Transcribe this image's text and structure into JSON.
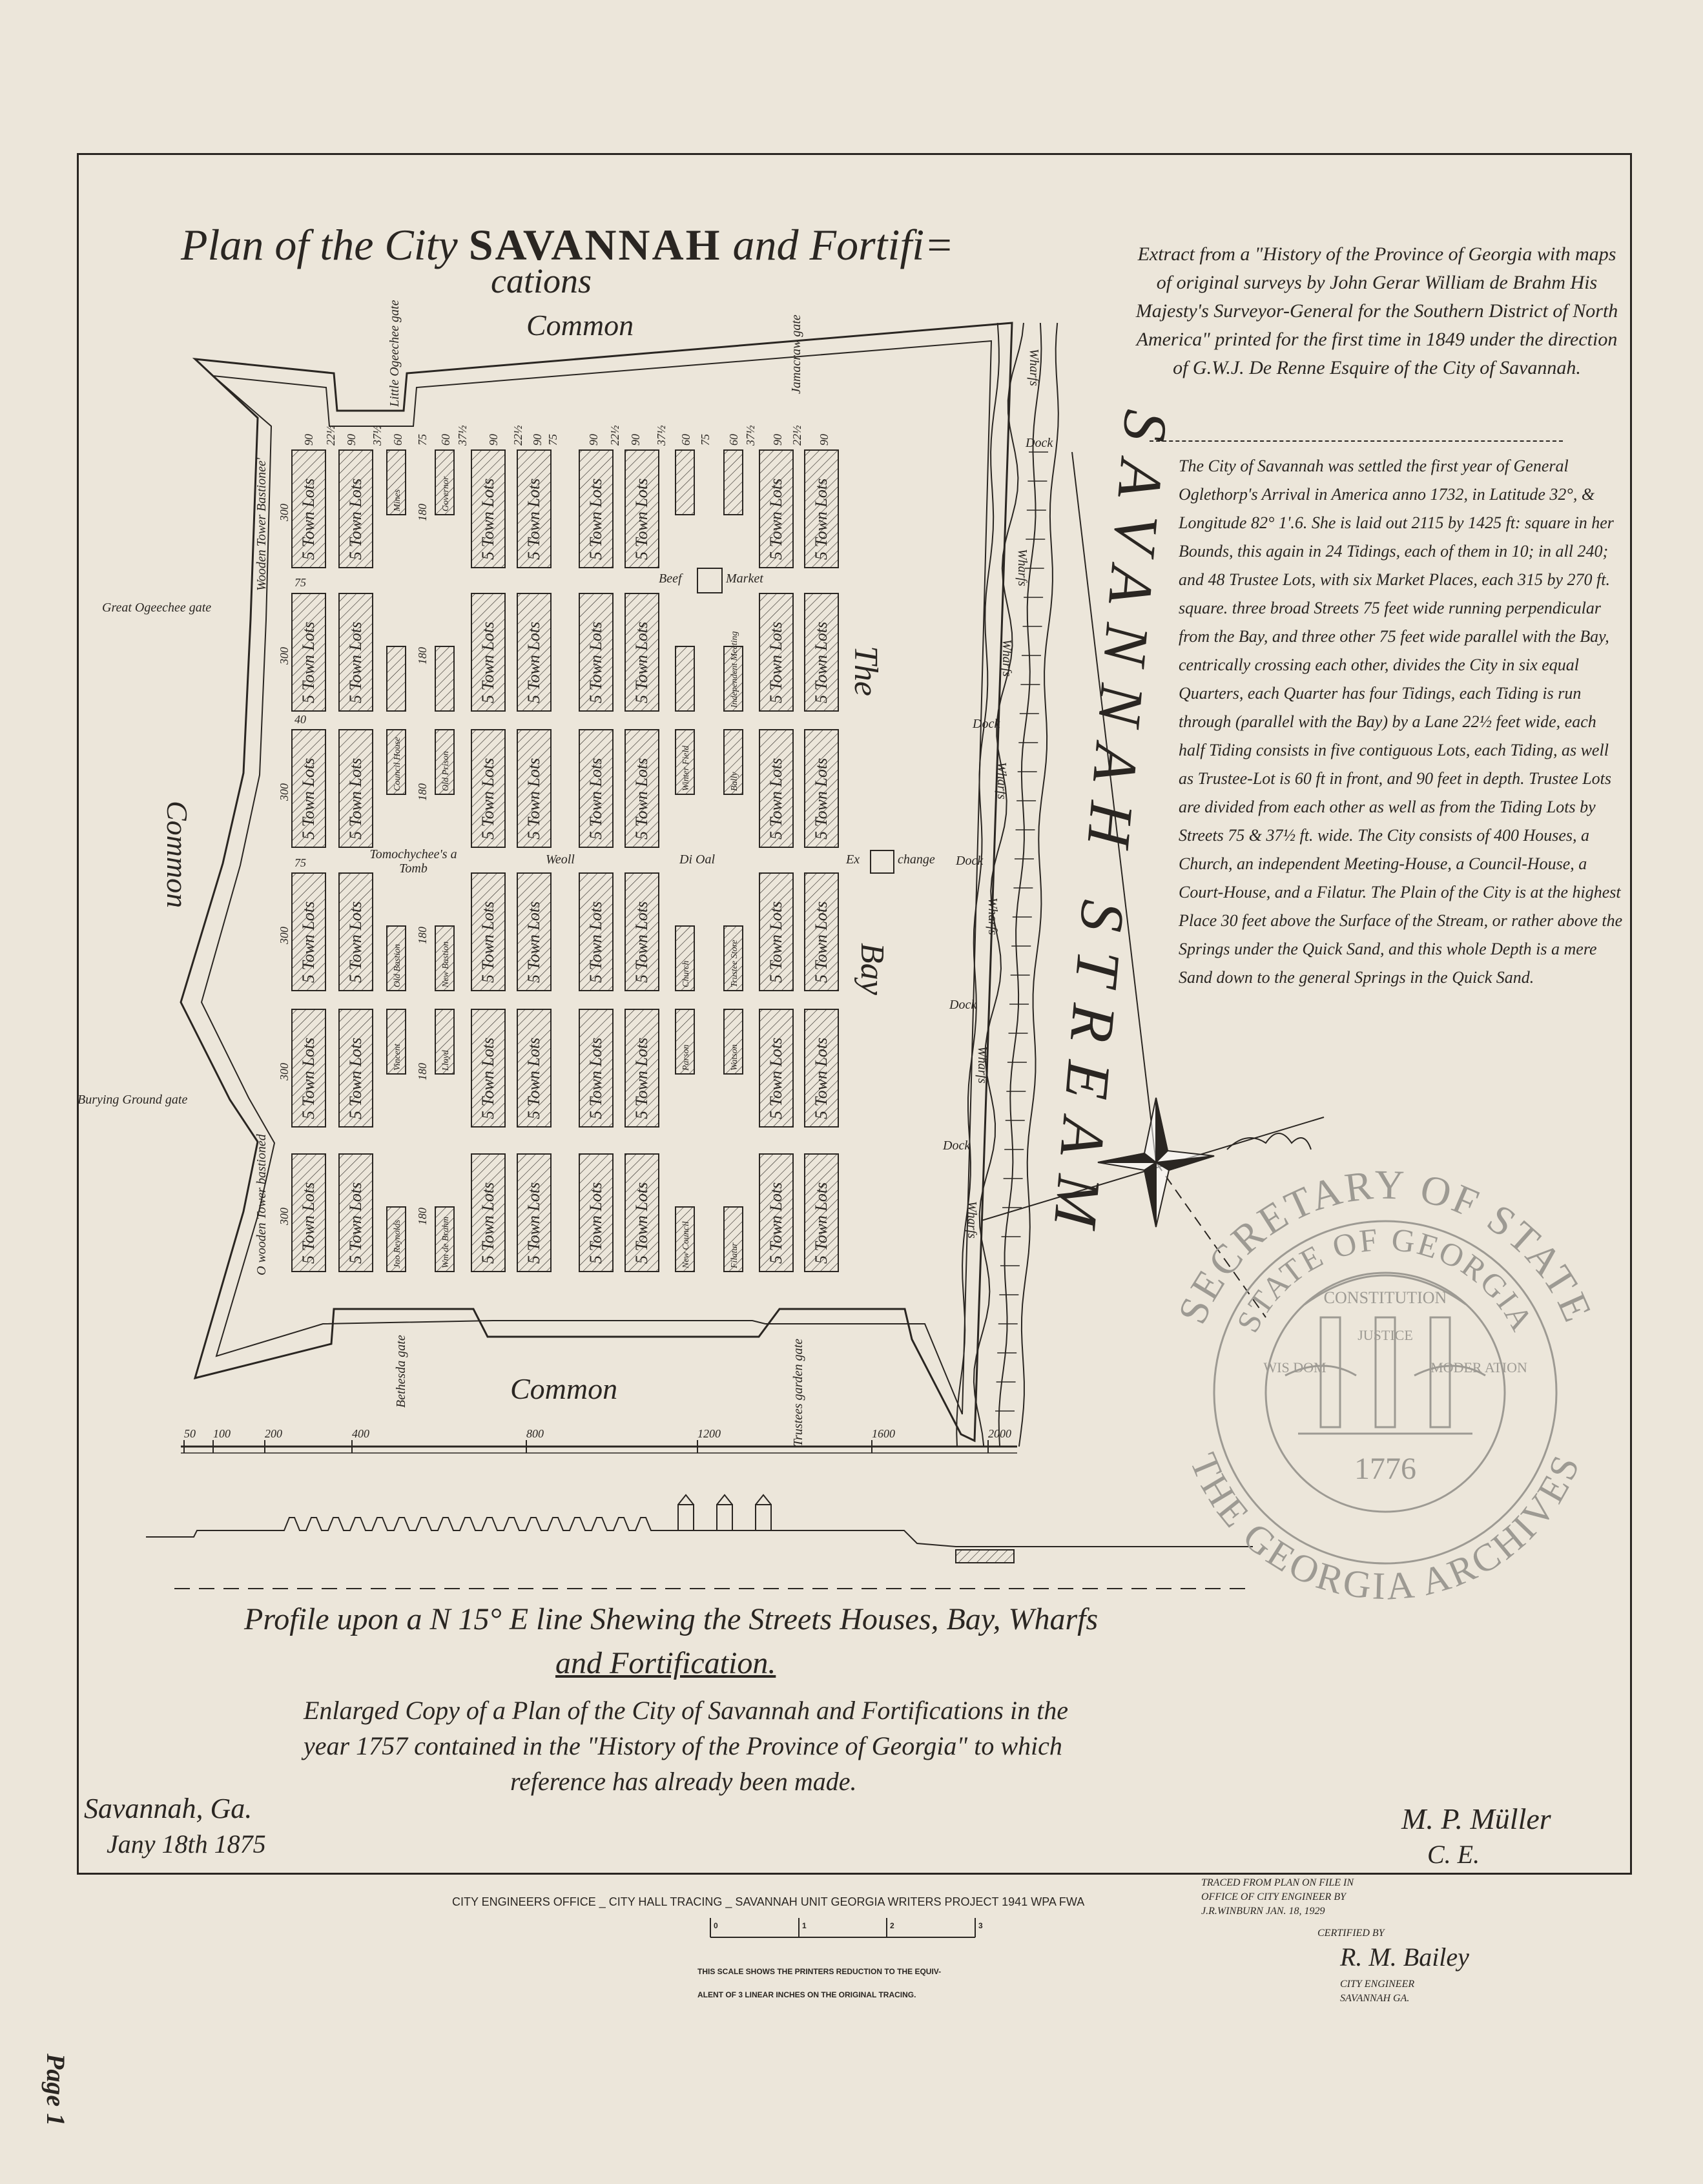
{
  "title": {
    "script_part": "Plan of the City",
    "caps_part": "SAVANNAH",
    "script_end": "and Fortifi=",
    "line2": "cations"
  },
  "labels": {
    "common_top": "Common",
    "common_bottom": "Common",
    "common_left": "Common",
    "the_bay": "The",
    "bay": "Bay",
    "stream": "SAVANNAH STREAM",
    "little_ogeechee_gate": "Little Ogeechee gate",
    "jamacraw_gate": "Jamacraw gate",
    "great_ogeechee_gate": "Great Ogeechee gate",
    "burying_ground_gate": "Burying Ground gate",
    "bethesda_gate": "Bethesda gate",
    "trustees_garden_gate": "Trustees garden gate",
    "wooden_tower_top": "Wooden Tower Bastionee'",
    "wooden_tower_bottom": "O wooden Tower bastioned",
    "tomb": "Tomochychee's a Tomb",
    "well": "Weoll",
    "di_oal": "Di Oal",
    "ex": "Ex",
    "change": "change",
    "beef": "Beef",
    "market": "Market",
    "wharfs": "Wharfs",
    "dock": "Dock"
  },
  "dimensions": {
    "top": [
      "90",
      "22½",
      "90",
      "37½",
      "60",
      "75",
      "60",
      "37½",
      "90",
      "22½",
      "90",
      "75",
      "90",
      "22½",
      "90",
      "37½",
      "60",
      "75",
      "60",
      "37½",
      "90",
      "22½",
      "90"
    ],
    "lot_depth": "300",
    "trustee_depth": "180",
    "street_75": "75",
    "street_40": "40"
  },
  "lots": {
    "town_lot_label": "5 Town Lots",
    "trustee_rows": [
      [
        "Mines",
        "Governor",
        "",
        ""
      ],
      [
        "",
        "",
        "",
        "Independent Meeting"
      ],
      [
        "Council House",
        "Old Prison",
        "Winter Field",
        "Bally"
      ],
      [
        "Old Bastion",
        "New Bastion",
        "Church",
        "Trustee Store"
      ],
      [
        "Vincent",
        "Lloyd",
        "Parson",
        "Watson"
      ],
      [
        "Jno Reynolds",
        "Wm de Brahm",
        "New Council",
        "Filatur"
      ]
    ]
  },
  "scale_bar": {
    "ticks": [
      "50",
      "100",
      "200",
      "400",
      "800",
      "1200",
      "1600",
      "2000"
    ]
  },
  "extract": "Extract from a \"History of the Province of Georgia with maps of original surveys by John Gerar William de Brahm His Majesty's Surveyor-General for the Southern District of North America\" printed for the first time in 1849 under the direction of G.W.J. De Renne Esquire of the City of Savannah.",
  "description": "The City of Savannah was settled the first year of General Oglethorp's Arrival in America anno 1732, in Latitude 32°, & Longitude 82° 1'.6. She is laid out 2115 by 1425 ft: square in her Bounds, this again in 24 Tidings, each of them in 10; in all 240; and 48 Trustee Lots, with six Market Places, each 315 by 270 ft. square. three broad Streets 75 feet wide running perpendicular from the Bay, and three other 75 feet wide parallel with the Bay, centrically crossing each other, divides the City in six equal Quarters, each Quarter has four Tidings, each Tiding is run through (parallel with the Bay) by a Lane 22½ feet wide, each half Tiding consists in five contiguous Lots, each Tiding, as well as Trustee-Lot is 60 ft in front, and 90 feet in depth. Trustee Lots are divided from each other as well as from the Tiding Lots by Streets 75 & 37½ ft. wide. The City consists of 400 Houses, a Church, an independent Meeting-House, a Council-House, a Court-House, and a Filatur. The Plain of the City is at the highest Place 30 feet above the Surface of the Stream, or rather above the Springs under the Quick Sand, and this whole Depth is a mere Sand down to the general Springs in the Quick Sand.",
  "profile_caption": {
    "line1": "Profile upon a N 15° E line Shewing the Streets Houses, Bay, Wharfs",
    "line2": "and Fortification."
  },
  "enlarged": {
    "line1": "Enlarged Copy of a Plan of the City of Savannah and Fortifications in the",
    "line2": "year 1757 contained in the \"History of the Province of Georgia\" to which",
    "line3": "reference has already been made."
  },
  "place_date": {
    "line1": "Savannah, Ga.",
    "line2": "Jany 18th 1875"
  },
  "author": {
    "line1": "M. P. Müller",
    "line2": "C. E."
  },
  "footer": {
    "office": "CITY ENGINEERS OFFICE _ CITY HALL  TRACING _ SAVANNAH UNIT GEORGIA WRITERS PROJECT 1941 WPA FWA",
    "traced1": "TRACED FROM PLAN ON FILE IN",
    "traced2": "OFFICE OF CITY ENGINEER BY",
    "traced3": "J.R.WINBURN  JAN. 18, 1929",
    "certified": "CERTIFIED BY",
    "signature": "R. M. Bailey",
    "engineer1": "CITY ENGINEER",
    "engineer2": "SAVANNAH GA.",
    "scale_ticks": [
      "0",
      "1",
      "2",
      "3"
    ],
    "scale_note1": "THIS SCALE SHOWS THE PRINTERS REDUCTION TO THE EQUIV-",
    "scale_note2": "ALENT OF 3 LINEAR INCHES ON THE ORIGINAL TRACING."
  },
  "page_label": "Page 1",
  "seal": {
    "outer_top": "SECRETARY OF STATE",
    "outer_bottom": "THE GEORGIA ARCHIVES",
    "inner_top": "STATE OF GEORGIA",
    "constitution": "CONSTITUTION",
    "wisdom": "WIS DOM",
    "justice": "JUSTICE",
    "moderation": "MODER ATION",
    "year": "1776"
  },
  "colors": {
    "paper": "#ece6da",
    "ink": "#2a2622",
    "seal": "#9d9a93"
  }
}
